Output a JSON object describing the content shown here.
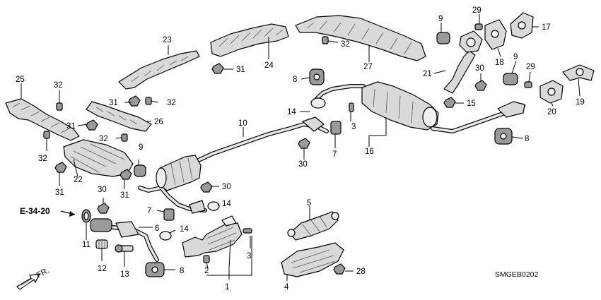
{
  "callouts": {
    "c1": "1",
    "c2": "2",
    "c3a": "3",
    "c3b": "3",
    "c4": "4",
    "c5": "5",
    "c6": "6",
    "c7a": "7",
    "c7b": "7",
    "c8a": "8",
    "c8b": "8",
    "c8c": "8",
    "c9a": "9",
    "c9b": "9",
    "c9c": "9",
    "c10": "10",
    "c11": "11",
    "c12": "12",
    "c13": "13",
    "c14a": "14",
    "c14b": "14",
    "c14c": "14",
    "c15": "15",
    "c16": "16",
    "c17": "17",
    "c18": "18",
    "c19": "19",
    "c20": "20",
    "c21": "21",
    "c22": "22",
    "c23": "23",
    "c24": "24",
    "c25": "25",
    "c26": "26",
    "c27": "27",
    "c28": "28",
    "c29a": "29",
    "c29b": "29",
    "c30a": "30",
    "c30b": "30",
    "c30c": "30",
    "c30d": "30",
    "c31a": "31",
    "c31b": "31",
    "c31c": "31",
    "c31d": "31",
    "c31e": "31",
    "c32a": "32",
    "c32b": "32",
    "c32c": "32",
    "c32d": "32",
    "c32e": "32"
  },
  "reference": "E-34-20",
  "front_label": "FR.",
  "diagram_code": "SMGEB0202"
}
